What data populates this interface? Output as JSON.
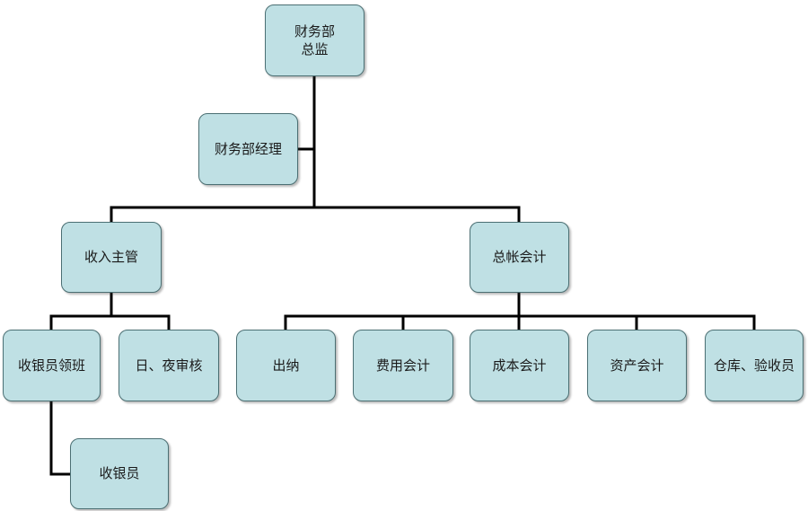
{
  "org_chart": {
    "director": "财务部\n总监",
    "manager": "财务部经理",
    "income_supervisor": "收入主管",
    "general_ledger_accountant": "总帐会计",
    "cashier_leader": "收银员领班",
    "day_night_auditor": "日、夜审核",
    "cashier": "收银员",
    "teller": "出纳",
    "expense_accountant": "费用会计",
    "cost_accountant": "成本会计",
    "asset_accountant": "资产会计",
    "warehouse_receiving_clerk": "仓库、验收员"
  },
  "colors": {
    "node_fill": "#bfe0e4",
    "node_border": "#4b6f73",
    "connector": "#000000"
  }
}
